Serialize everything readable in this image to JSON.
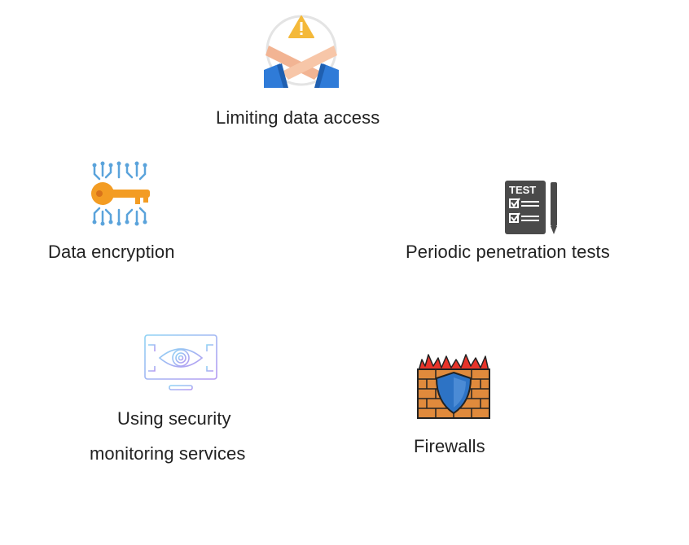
{
  "items": [
    {
      "label": "Limiting data access",
      "icon": "crossed-arms-warning-icon"
    },
    {
      "label": "Data encryption",
      "icon": "digital-key-icon"
    },
    {
      "label": "Periodic penetration tests",
      "icon": "test-clipboard-icon"
    },
    {
      "label_line1": "Using security",
      "label_line2": "monitoring services",
      "icon": "monitor-eye-icon"
    },
    {
      "label": "Firewalls",
      "icon": "firewall-shield-icon"
    }
  ],
  "colors": {
    "warning": "#f4b93a",
    "sleeve": "#2f7bd8",
    "skin": "#f2b493",
    "key": "#f39c23",
    "circuit": "#5aa3db",
    "clipboard": "#4a4a4a",
    "monitor_gradient_start": "#8fd3f4",
    "monitor_gradient_end": "#b69af2",
    "brick": "#e08a3c",
    "flame": "#e8342a",
    "shield": "#2d73c5"
  }
}
